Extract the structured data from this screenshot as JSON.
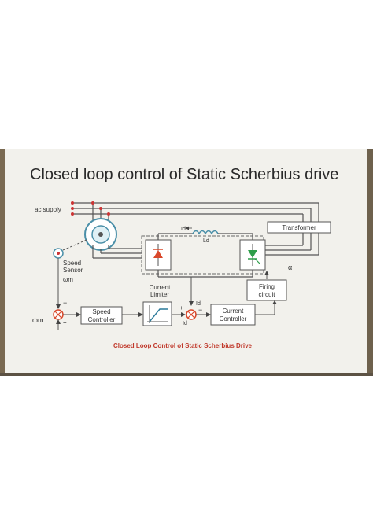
{
  "page": {
    "title": "Closed loop control of Static Scherbius drive"
  },
  "diagram": {
    "supply_label": "ac supply",
    "transformer_label": "Transformer",
    "speed_sensor_label": [
      "Speed",
      "Sensor"
    ],
    "omega_m_feedback": "ωm",
    "omega_m_ref": "ωm",
    "minus_sign": "−",
    "plus_sign": "+",
    "speed_controller_label": [
      "Speed",
      "Controller"
    ],
    "current_limiter_label": [
      "Current",
      "Limiter"
    ],
    "current_controller_label": [
      "Current",
      "Controller"
    ],
    "firing_circuit_label": [
      "Firing",
      "circuit"
    ],
    "alpha_label": "α",
    "id_label": "Id",
    "ld_label": "Ld",
    "caption": "Closed Loop Control of Static Scherbius Drive",
    "colors": {
      "thyristor_red": "#d9482b",
      "thyristor_green": "#2e9e4a",
      "supply_dot": "#cc3333",
      "caption": "#c0392b"
    }
  }
}
